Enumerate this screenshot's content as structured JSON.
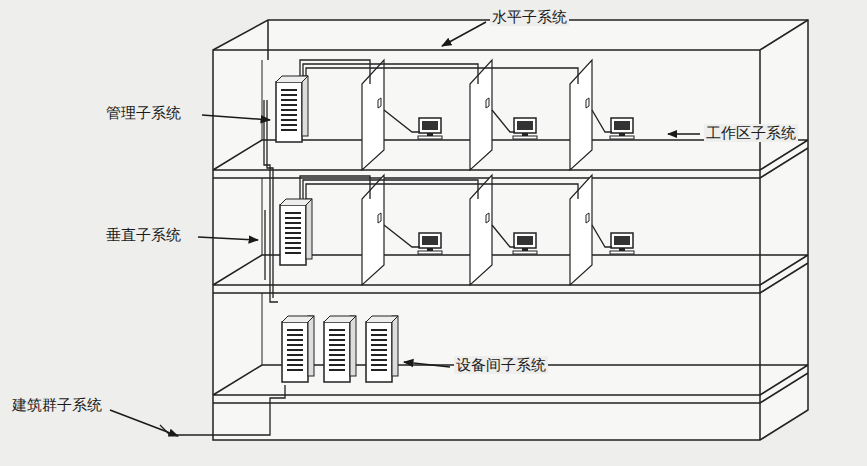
{
  "diagram": {
    "labels": [
      "水平子系统",
      "管理子系统",
      "工作区子系统",
      "垂直子系统",
      "设备间子系统",
      "建筑群子系统"
    ]
  }
}
